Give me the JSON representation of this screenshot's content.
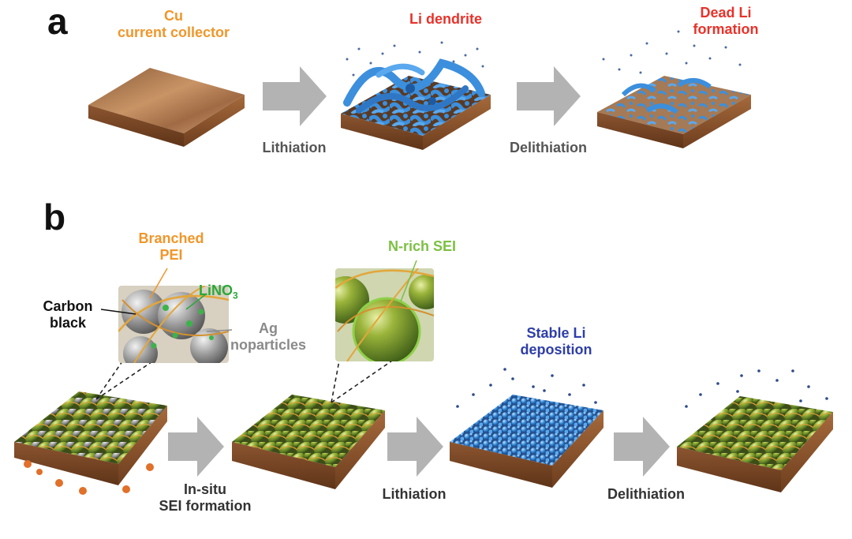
{
  "panel_a": {
    "letter": "a",
    "cu_label_line1": "Cu",
    "cu_label_line2": "current collector",
    "dendrite_label": "Li dendrite",
    "dead_li_line1": "Dead Li",
    "dead_li_line2": "formation",
    "step1": "Lithiation",
    "step2": "Delithiation"
  },
  "panel_b": {
    "letter": "b",
    "branched_line1": "Branched",
    "branched_line2": "PEI",
    "carbon_line1": "Carbon",
    "carbon_line2": "black",
    "lino3_main": "LiNO",
    "lino3_sub": "3",
    "ag_line1": "Ag",
    "ag_line2": "noparticles",
    "nrich": "N-rich SEI",
    "stable_line1": "Stable Li",
    "stable_line2": "deposition",
    "step1_line1": "In-situ",
    "step1_line2": "SEI formation",
    "step2": "Lithiation",
    "step3": "Delithiation"
  },
  "colors": {
    "orange": "#f0962a",
    "red": "#e8322a",
    "green": "#2aa83a",
    "lightgreen": "#7cc043",
    "blue": "#2e3ea8",
    "gray": "#8a8a8a",
    "arrow": "#b3b3b3",
    "copper": "#b5784a",
    "li_blue": "#3c8fdc"
  }
}
